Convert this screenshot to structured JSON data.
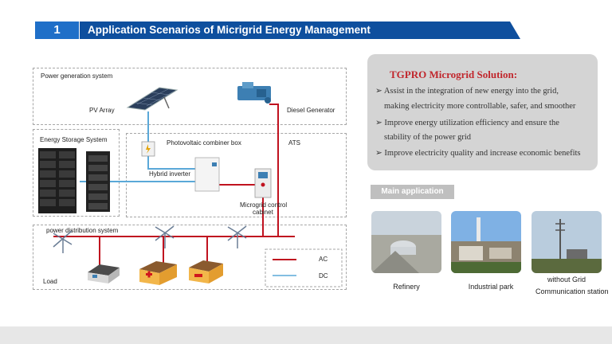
{
  "header": {
    "number": "1",
    "title": "Application Scenarios of Micrigrid Energy Management"
  },
  "diagram": {
    "power_generation_system": "Power generation system",
    "pv_array": "PV Array",
    "diesel_generator": "Diesel Generator",
    "energy_storage_system": "Energy Storage System",
    "pv_combiner_box": "Photovoltaic combiner box",
    "ats": "ATS",
    "hybrid_inverter": "Hybrid inverter",
    "microgrid_control_cabinet_line1": "Microgrid control",
    "microgrid_control_cabinet_line2": "cabinet",
    "power_distribution_system": "power distribution system",
    "load": "Load",
    "legend": {
      "ac": "AC",
      "dc": "DC"
    },
    "colors": {
      "ac": "#c0121f",
      "dc": "#5aa8d8"
    }
  },
  "solution": {
    "title": "TGPRO Microgrid Solution:",
    "lines": [
      "➢ Assist in the integration of new energy into the grid,",
      "making electricity more controllable, safer, and smoother",
      "➢ Improve energy utilization efficiency and ensure the",
      "stability of the power grid",
      "➢ Improve electricity quality and increase economic benefits"
    ]
  },
  "main_application": {
    "label": "Main application",
    "items": [
      {
        "caption": "Refinery"
      },
      {
        "caption": "Industrial park"
      },
      {
        "caption_line1": "without Grid",
        "caption_line2": "Communication station"
      }
    ]
  }
}
